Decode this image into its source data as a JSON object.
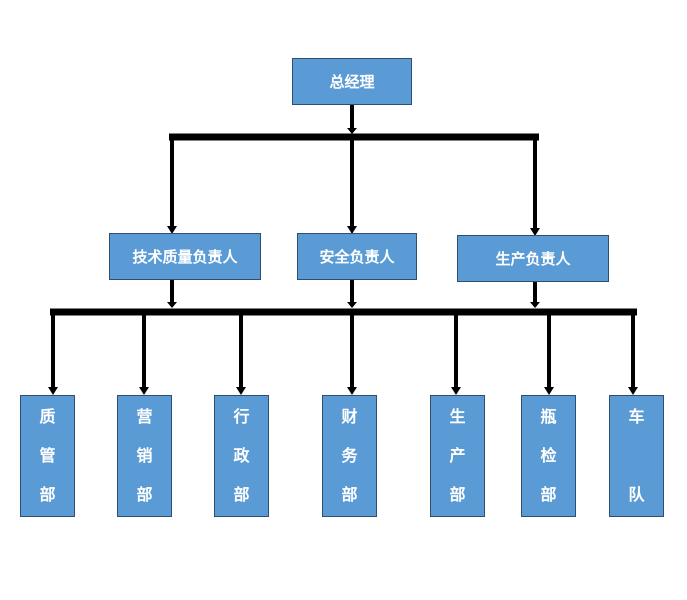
{
  "org_chart": {
    "root": {
      "label": "总经理"
    },
    "managers": [
      {
        "label": "技术质量负责人"
      },
      {
        "label": "安全负责人"
      },
      {
        "label": "生产负责人"
      }
    ],
    "departments": [
      {
        "label": "质管部",
        "chars": [
          "质",
          "管",
          "部"
        ]
      },
      {
        "label": "营销部",
        "chars": [
          "营",
          "销",
          "部"
        ]
      },
      {
        "label": "行政部",
        "chars": [
          "行",
          "政",
          "部"
        ]
      },
      {
        "label": "财务部",
        "chars": [
          "财",
          "务",
          "部"
        ]
      },
      {
        "label": "生产部",
        "chars": [
          "生",
          "产",
          "部"
        ]
      },
      {
        "label": "瓶检部",
        "chars": [
          "瓶",
          "检",
          "部"
        ]
      },
      {
        "label": "车队",
        "chars": [
          "车",
          "队"
        ]
      }
    ]
  },
  "colors": {
    "box_fill": "#5b9bd5",
    "box_border": "#2f4f6f",
    "box_text": "#ffffff",
    "connector": "#000000"
  }
}
